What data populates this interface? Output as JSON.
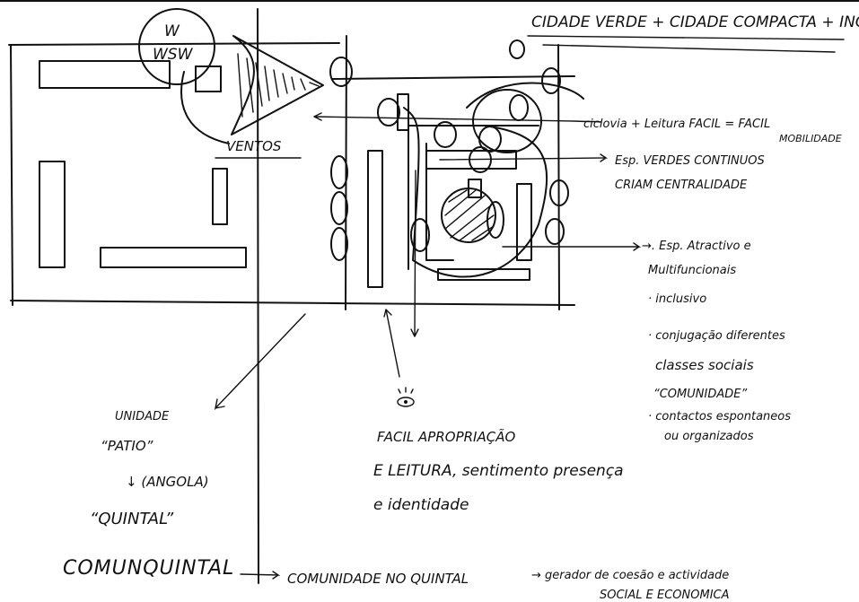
{
  "title": "CIDADE VERDE + CIDADE COMPACTA + INCLUSIVA",
  "wind": {
    "w": "W",
    "wsw": "WSW",
    "label": "VENTOS"
  },
  "notes": {
    "cycle_1": "ciclovia + Leitura FACIL = FACIL",
    "cycle_2": "MOBILIDADE",
    "green_1": "Esp. VERDES CONTINUOS",
    "green_2": "CRIAM CENTRALIDADE",
    "list": [
      "→. Esp. Atractivo e",
      "Multifuncionais",
      "· inclusivo",
      "· conjugação diferentes",
      "classes sociais",
      "“COMUNIDADE”",
      "· contactos espontaneos",
      "ou organizados"
    ]
  },
  "left_notes": {
    "unidade": "UNIDADE",
    "patio": "“PATIO”",
    "angola": "↓ (ANGOLA)",
    "quintal": "“QUINTAL”",
    "comunquintal": "COMUNQUINTAL"
  },
  "center_notes": {
    "line1": "FACIL APROPRIAÇÃO",
    "line2": "E LEITURA, sentimento presença",
    "line3": "e identidade"
  },
  "bottom": {
    "main": "COMUNIDADE NO QUINTAL",
    "arrow": "→ gerador de coesão e actividade",
    "sub": "SOCIAL E ECONOMICA"
  }
}
